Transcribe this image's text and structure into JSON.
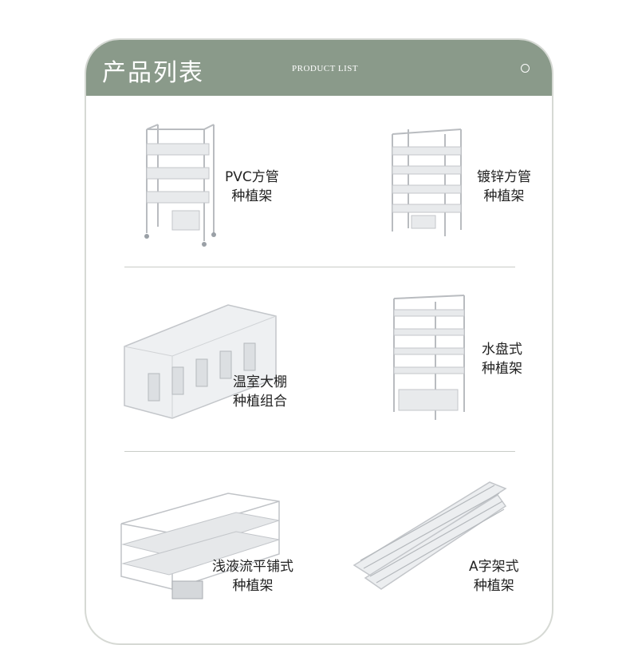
{
  "header": {
    "title": "产品列表",
    "subtitle": "PRODUCT LIST",
    "accent_color": "#8a9a8a",
    "icon": "circle-icon"
  },
  "products": [
    {
      "line1": "PVC方管",
      "line2": "种植架",
      "image": "pvc-rack-image"
    },
    {
      "line1": "镀锌方管",
      "line2": "种植架",
      "image": "galvanized-rack-image"
    },
    {
      "line1": "温室大棚",
      "line2": "种植组合",
      "image": "greenhouse-combo-image"
    },
    {
      "line1": "水盘式",
      "line2": "种植架",
      "image": "water-tray-rack-image"
    },
    {
      "line1": "浅液流平铺式",
      "line2": "种植架",
      "image": "shallow-flow-rack-image"
    },
    {
      "line1": "A字架式",
      "line2": "种植架",
      "image": "a-frame-rack-image"
    }
  ]
}
